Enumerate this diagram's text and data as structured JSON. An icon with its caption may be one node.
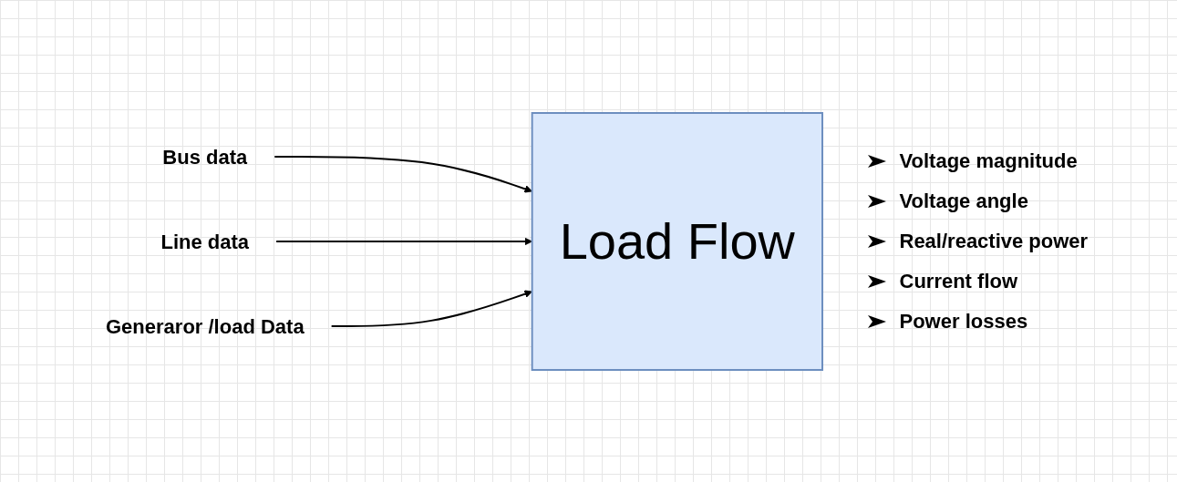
{
  "diagram": {
    "nodes": [
      {
        "text": [
          "Bus data"
        ]
      },
      {
        "text": [
          "Line data"
        ]
      },
      {
        "text": [
          "Generaror /load Data"
        ]
      },
      {
        "text": [
          "Load Flow"
        ]
      }
    ],
    "edges": [
      {
        "from": 0,
        "to": 3,
        "arrow": "to"
      },
      {
        "from": 1,
        "to": 3,
        "arrow": "to"
      },
      {
        "from": 2,
        "to": 3,
        "arrow": "to"
      }
    ],
    "labels": [
      "Voltage magnitude",
      "Voltage angle",
      "Real/reactive power",
      "Current flow",
      "Power losses"
    ]
  }
}
